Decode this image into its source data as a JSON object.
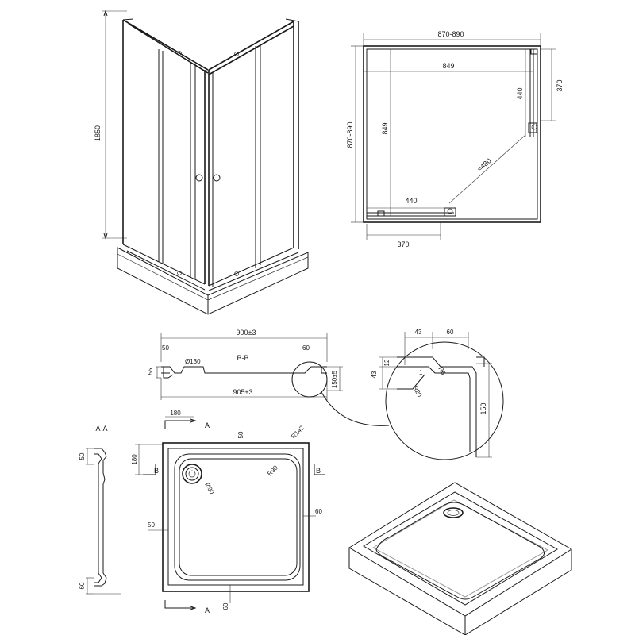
{
  "cabin_view": {
    "height_dim": "1850"
  },
  "plan_view": {
    "outer_width": "870-890",
    "inner_width": "849",
    "outer_height": "870-890",
    "inner_height": "849",
    "door_diag": "≈480",
    "side_440_right": "440",
    "side_370_right": "370",
    "bottom_440": "440",
    "bottom_370": "370"
  },
  "section_bb": {
    "title": "B-B",
    "width_top": "900±3",
    "width_bottom": "905±3",
    "left_rim": "50",
    "right_rim": "60",
    "drain_dia": "Ø130",
    "depth": "55",
    "height": "150±5"
  },
  "detail": {
    "d43_top": "43",
    "d60_top": "60",
    "d12": "12",
    "d43_left": "43",
    "r6": "R6",
    "r20": "R20",
    "one": "1",
    "h150": "150"
  },
  "section_aa": {
    "title": "A-A",
    "top_dim": "50",
    "bottom_dim": "60"
  },
  "tray_plan": {
    "offset_180_top": "180",
    "label_a_top": "A",
    "label_a_bottom": "A",
    "label_b_left": "B",
    "label_b_right": "B",
    "top_rim": "50",
    "corner_r142": "R142",
    "corner_r90": "R90",
    "drain_r": "Ø90",
    "left_offset_180": "180",
    "left_rim": "50",
    "right_rim": "60",
    "bottom_rim": "60"
  }
}
